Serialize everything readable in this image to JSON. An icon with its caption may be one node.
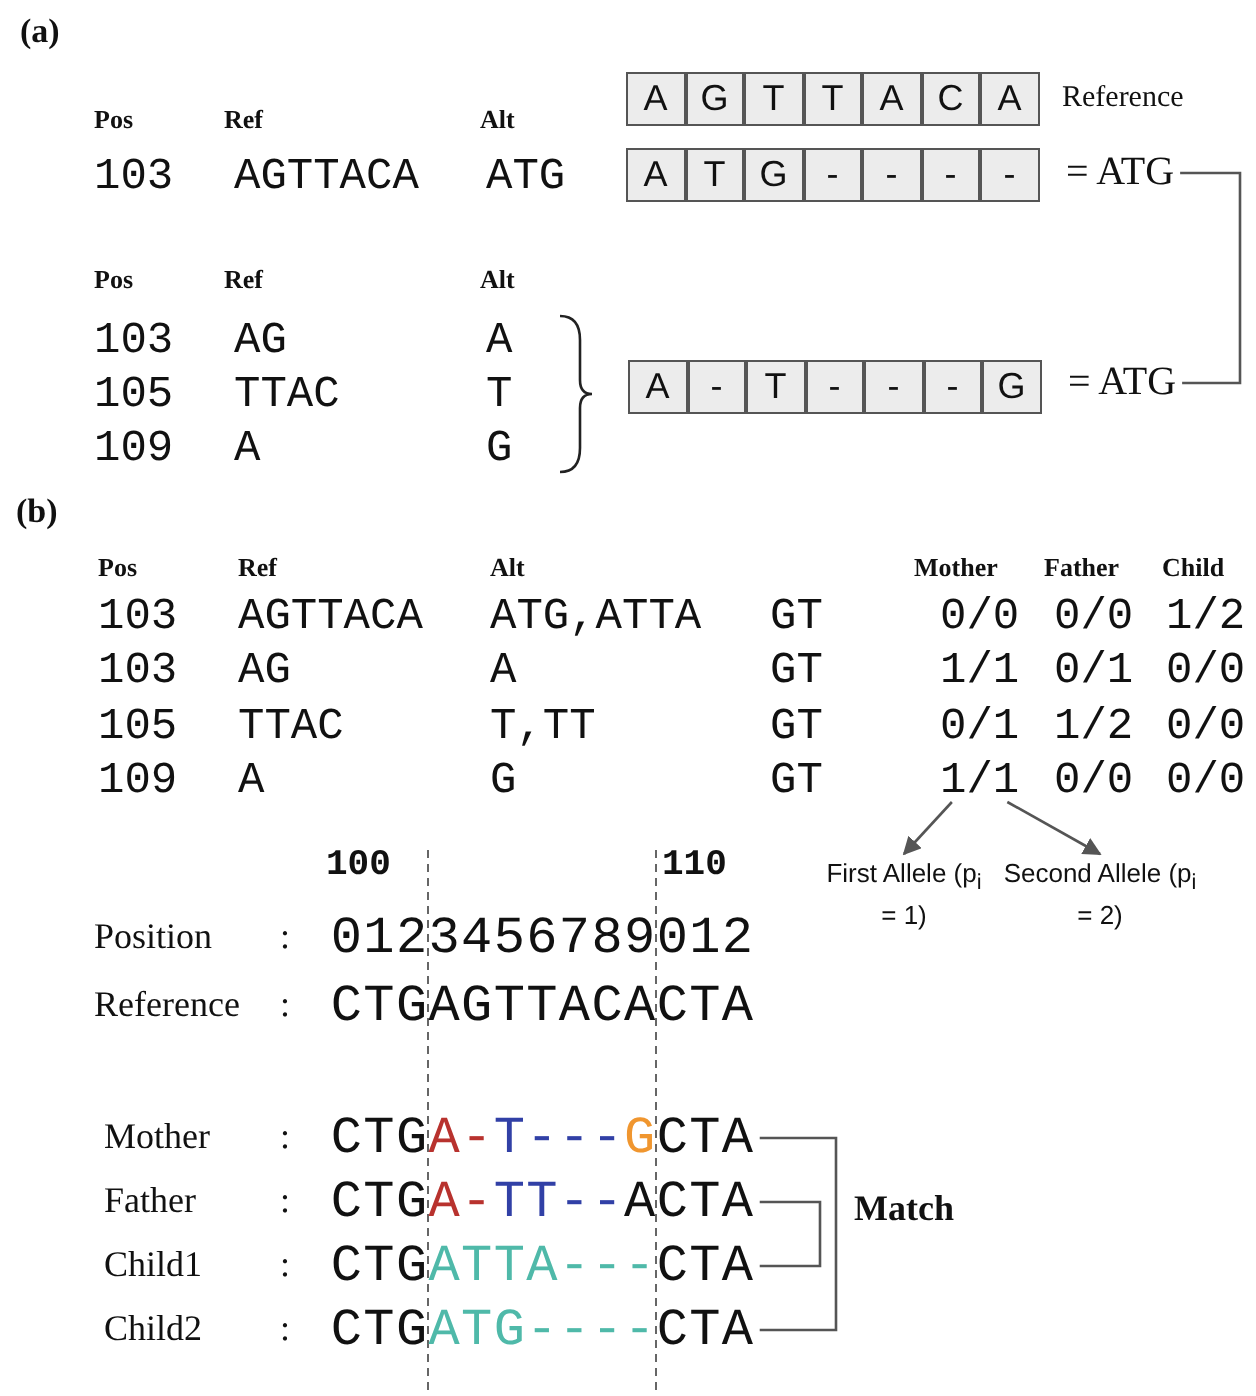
{
  "diagram": {
    "nodes": [
      {
        "text": [
          "A"
        ]
      },
      {
        "text": [
          "G"
        ]
      },
      {
        "text": [
          "T"
        ]
      },
      {
        "text": [
          "T"
        ]
      },
      {
        "text": [
          "A"
        ]
      },
      {
        "text": [
          "C"
        ]
      },
      {
        "text": [
          "A"
        ]
      },
      {
        "text": [
          "A"
        ]
      },
      {
        "text": [
          "T"
        ]
      },
      {
        "text": [
          "G"
        ]
      },
      {
        "text": [
          "-"
        ]
      },
      {
        "text": [
          "-"
        ]
      },
      {
        "text": [
          "-"
        ]
      },
      {
        "text": [
          "-"
        ]
      },
      {
        "text": [
          "= ATG"
        ]
      },
      {
        "text": [
          "A"
        ]
      },
      {
        "text": [
          "-"
        ]
      },
      {
        "text": [
          "T"
        ]
      },
      {
        "text": [
          "-"
        ]
      },
      {
        "text": [
          "-"
        ]
      },
      {
        "text": [
          "-"
        ]
      },
      {
        "text": [
          "G"
        ]
      },
      {
        "text": [
          "= ATG"
        ]
      },
      {
        "text": [
          "1/1"
        ]
      },
      {
        "text": [
          "First Allele (p$_{i}$ = 1)"
        ]
      },
      {
        "text": [
          "Second Allele (p$_{i}$ = 2)"
        ]
      },
      {
        "text": [
          "CTGA-T---GCTA"
        ]
      },
      {
        "text": [
          "CTGA-TT--ACTA"
        ]
      },
      {
        "text": [
          "CTGATTA---CTA"
        ]
      },
      {
        "text": [
          "CTGATG----CTA"
        ]
      }
    ],
    "edges": [
      {
        "from": 14,
        "to": 22,
        "arrow": "none"
      },
      {
        "from": 23,
        "to": 24,
        "arrow": "to"
      },
      {
        "from": 23,
        "to": 25,
        "arrow": "to"
      },
      {
        "from": 26,
        "to": 29,
        "arrow": "none"
      },
      {
        "from": 27,
        "to": 28,
        "arrow": "none"
      }
    ],
    "labels": [
      "(a)",
      "Pos",
      "Ref",
      "Alt",
      "Reference",
      "103",
      "AGTTACA",
      "ATG",
      "Pos",
      "Ref",
      "Alt",
      "103",
      "AG",
      "A",
      "105",
      "TTAC",
      "T",
      "109",
      "A",
      "G",
      "(b)",
      "Pos",
      "Ref",
      "Alt",
      "Mother",
      "Father",
      "Child",
      "103",
      "AGTTACA",
      "ATG,ATTA",
      "GT",
      "0/0",
      "0/0",
      "1/2",
      "103",
      "AG",
      "A",
      "GT",
      "1/1",
      "0/1",
      "0/0",
      "105",
      "TTAC",
      "T,TT",
      "GT",
      "0/1",
      "1/2",
      "0/0",
      "109",
      "A",
      "G",
      "GT",
      "0/0",
      "0/0",
      "100",
      "110",
      "Position",
      ":",
      "0123456789012",
      "Reference",
      ":",
      "CTGAGTTACACTA",
      "Mother",
      ":",
      "Father",
      ":",
      "Child1",
      ":",
      "Child2",
      ":",
      "Match"
    ]
  }
}
